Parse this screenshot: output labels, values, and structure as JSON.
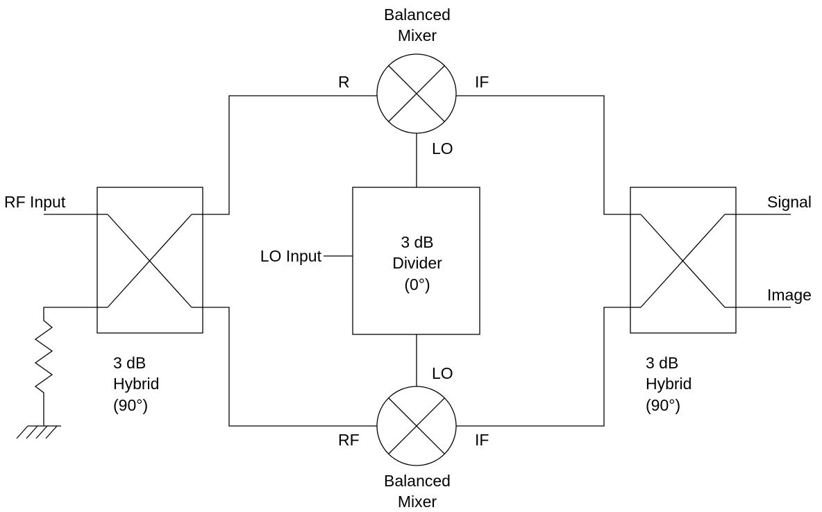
{
  "labels": {
    "top_mixer_line1": "Balanced",
    "top_mixer_line2": "Mixer",
    "bottom_mixer_line1": "Balanced",
    "bottom_mixer_line2": "Mixer",
    "top_mixer_r": "R",
    "top_mixer_if": "IF",
    "top_mixer_lo": "LO",
    "bottom_mixer_rf": "RF",
    "bottom_mixer_if": "IF",
    "bottom_mixer_lo": "LO",
    "rf_input": "RF Input",
    "lo_input": "LO Input",
    "signal": "Signal",
    "image": "Image",
    "divider_line1": "3 dB",
    "divider_line2": "Divider",
    "divider_line3": "(0°)",
    "left_hybrid_line1": "3 dB",
    "left_hybrid_line2": "Hybrid",
    "left_hybrid_line3": "(90°)",
    "right_hybrid_line1": "3 dB",
    "right_hybrid_line2": "Hybrid",
    "right_hybrid_line3": "(90°)"
  }
}
